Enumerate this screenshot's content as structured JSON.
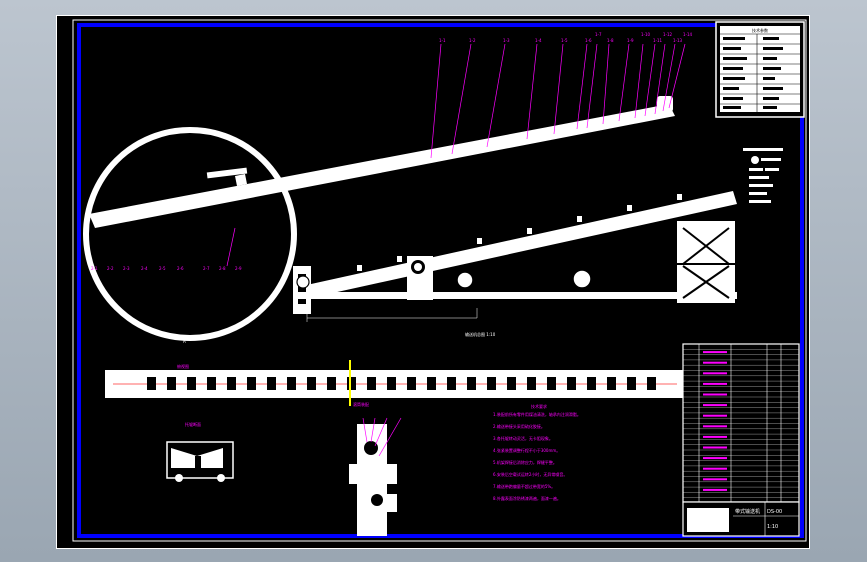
{
  "drawing": {
    "callouts_top": [
      "1-1",
      "1-2",
      "1-3",
      "1-4",
      "1-5",
      "1-6",
      "1-7",
      "1-8",
      "1-9",
      "1-10",
      "1-11",
      "1-12",
      "1-13",
      "1-14"
    ],
    "callouts_detail": [
      "2-1",
      "2-2",
      "2-3",
      "2-4",
      "2-5",
      "2-6",
      "2-7",
      "2-8",
      "2-9"
    ],
    "detail_label": "A",
    "main_view_label": "输送机总图 1:10",
    "plan_view_label": "俯视图",
    "section_label": "托辊断面",
    "roller_label": "滚筒装配",
    "notes_title": "技术要求",
    "notes": [
      "1.装配前所有零件用煤油清洗，轴承内注润滑脂。",
      "2.输送带接头采用硫化胶接。",
      "3.各托辊转动灵活，无卡阻现象。",
      "4.张紧装置调整行程不小于300mm。",
      "5.机架焊接后消除应力，焊缝平整。",
      "6.安装后空载试运转2小时，无异常噪音。",
      "7.输送带跑偏量不超过带宽的5%。",
      "8.外露表面涂防锈漆两遍，面漆一遍。"
    ],
    "title_block": {
      "name": "带式输送机",
      "drawing_no": "DS-00",
      "scale": "1:10"
    },
    "param_table_title": "技术参数"
  },
  "colors": {
    "sheet": "#000000",
    "frame": "#0000ff",
    "geometry": "#ffffff",
    "annotation": "#ff00ff",
    "accent": "#ff3030"
  }
}
